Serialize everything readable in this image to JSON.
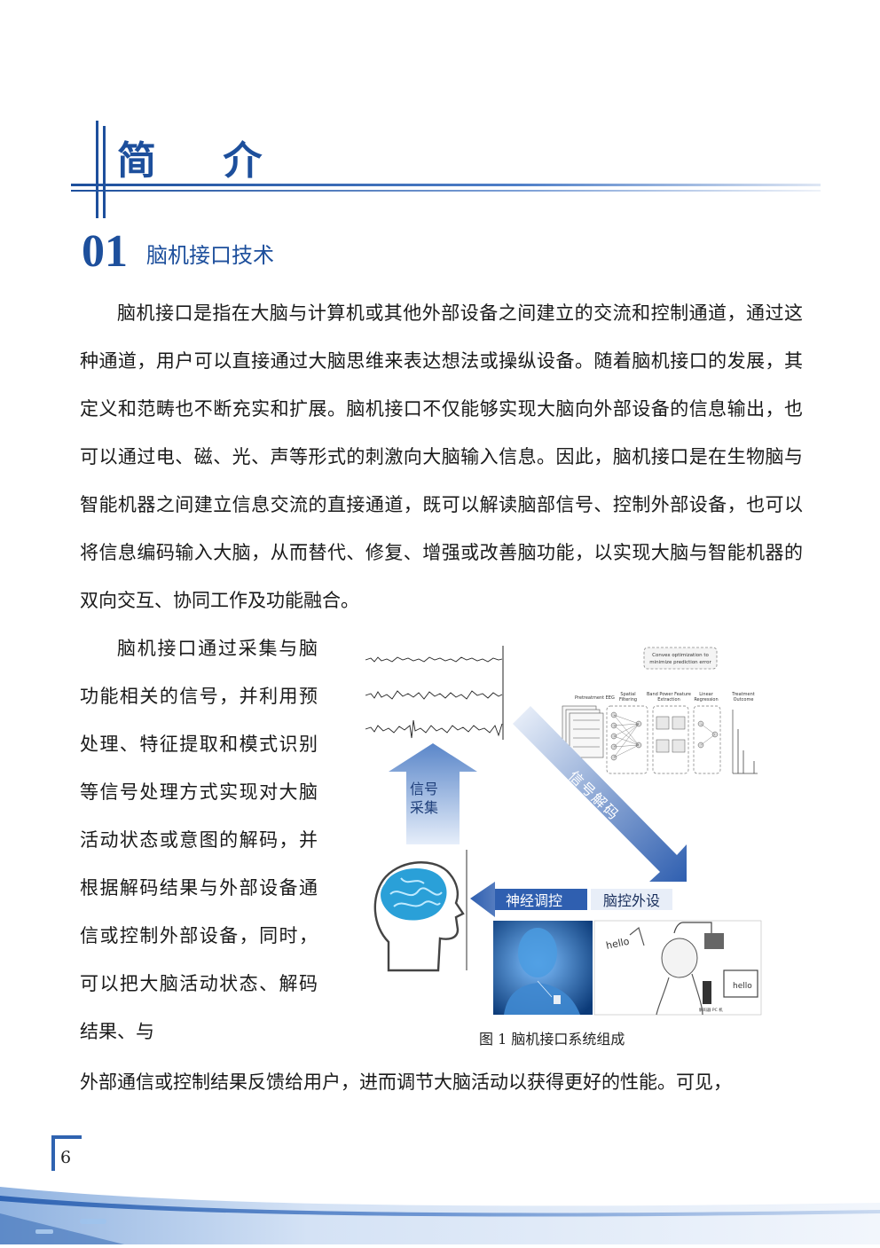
{
  "header": {
    "title": "简 介"
  },
  "section": {
    "number": "01",
    "title": "脑机接口技术"
  },
  "paragraphs": {
    "p1": "脑机接口是指在大脑与计算机或其他外部设备之间建立的交流和控制通道，通过这种通道，用户可以直接通过大脑思维来表达想法或操纵设备。随着脑机接口的发展，其定义和范畴也不断充实和扩展。脑机接口不仅能够实现大脑向外部设备的信息输出，也可以通过电、磁、光、声等形式的刺激向大脑输入信息。因此，脑机接口是在生物脑与智能机器之间建立信息交流的直接通道，既可以解读脑部信号、控制外部设备，也可以将信息编码输入大脑，从而替代、修复、增强或改善脑功能，以实现大脑与智能机器的双向交互、协同工作及功能融合。",
    "p2_column": "脑机接口通过采集与脑功能相关的信号，并利用预处理、特征提取和模式识别等信号处理方式实现对大脑活动状态或意图的解码，并根据解码结果与外部设备通信或控制外部设备，同时，可以把大脑活动状态、解码结果、与",
    "p2_tail": "外部通信或控制结果反馈给用户，进而调节大脑活动以获得更好的性能。可见，"
  },
  "figure": {
    "caption": "图 1  脑机接口系统组成",
    "labels": {
      "acquisition": "信号采集",
      "acq_line1": "信号",
      "acq_line2": "采集",
      "decoding": "信号解码",
      "neuromod": "神经调控",
      "peripheral": "脑控外设"
    },
    "diagram_text": {
      "convex": "Convex optimization to",
      "convex2": "minimize prediction error",
      "pretreatment": "Pretreatment EEG",
      "spatial": "Spatial",
      "filtering": "Filtering",
      "bandpower": "Band Power Feature",
      "extraction": "Extraction",
      "linear": "Linear",
      "regression": "Regression",
      "treatment": "Treatment",
      "outcome": "Outcome",
      "hello1": "hello",
      "hello2": "hello",
      "pc": "解码器 PC 机"
    },
    "colors": {
      "arrow_blue": "#2f5fb0",
      "label_bg": "#1f4fa0"
    }
  },
  "footer": {
    "page_number": "6"
  }
}
